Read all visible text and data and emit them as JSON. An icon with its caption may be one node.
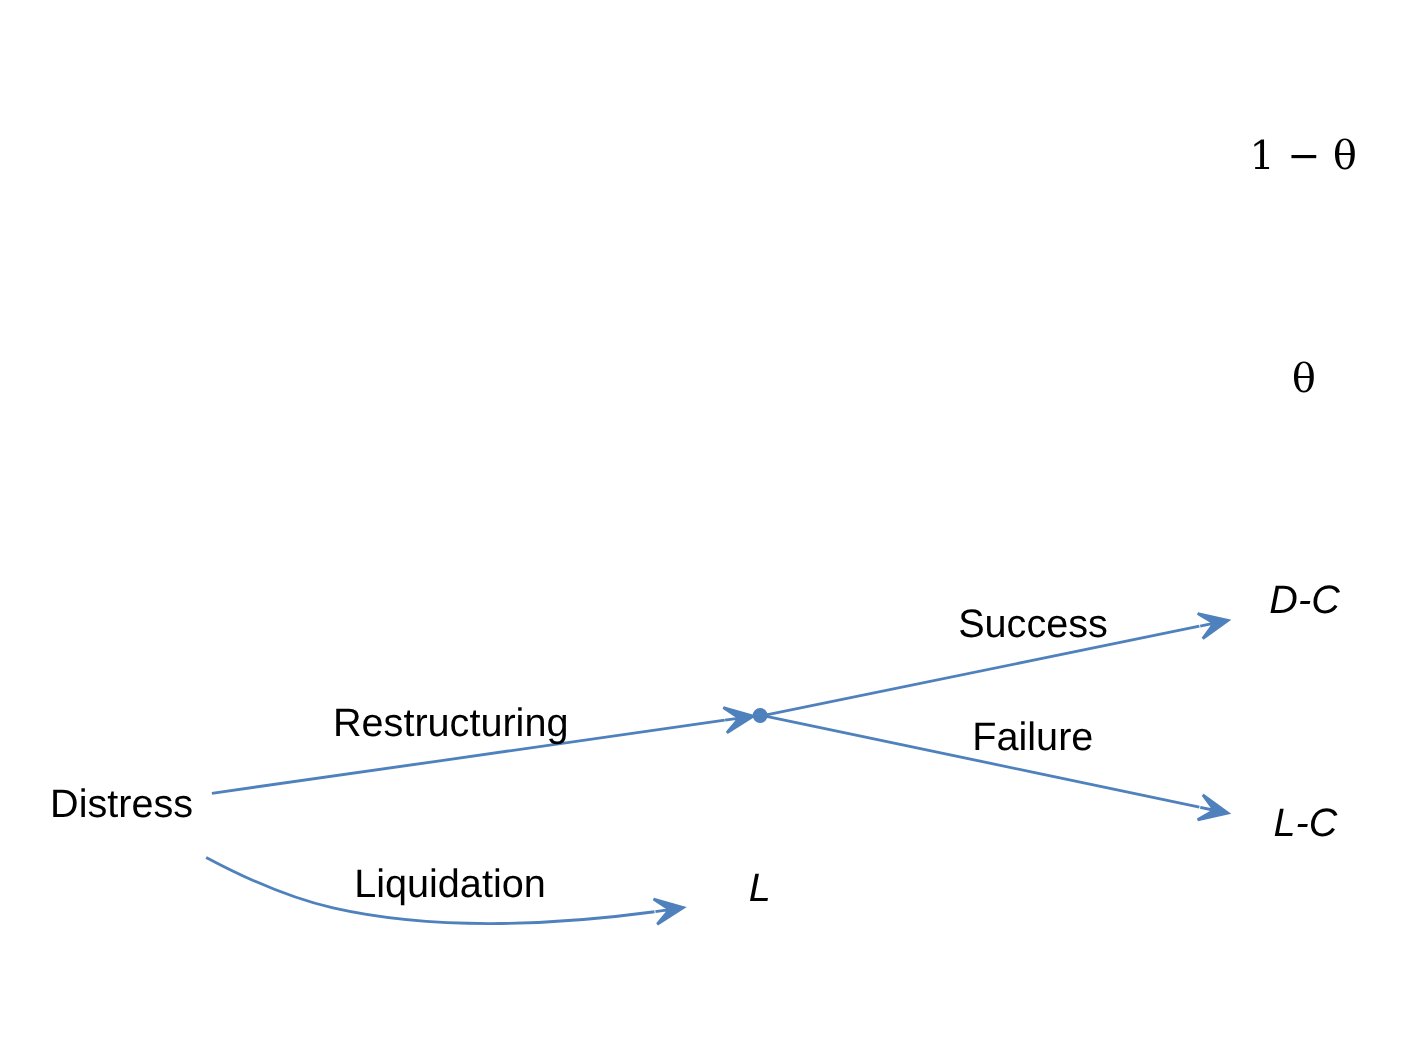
{
  "diagram": {
    "nodes": [
      {
        "text": [
          "Distress"
        ]
      },
      {
        "text": [],
        "shape": "point"
      },
      {
        "text": [
          "D-C"
        ]
      },
      {
        "text": [
          "L-C"
        ]
      },
      {
        "text": [
          "L"
        ]
      }
    ],
    "edges": [
      {
        "from": 0,
        "to": 1,
        "arrow": "to",
        "label": "Restructuring"
      },
      {
        "from": 1,
        "to": 2,
        "arrow": "to",
        "label": "Success"
      },
      {
        "from": 1,
        "to": 3,
        "arrow": "to",
        "label": "Failure"
      },
      {
        "from": 0,
        "to": 4,
        "arrow": "to",
        "label": "Liquidation"
      }
    ],
    "labels": [
      "θ",
      "1 − θ"
    ]
  }
}
